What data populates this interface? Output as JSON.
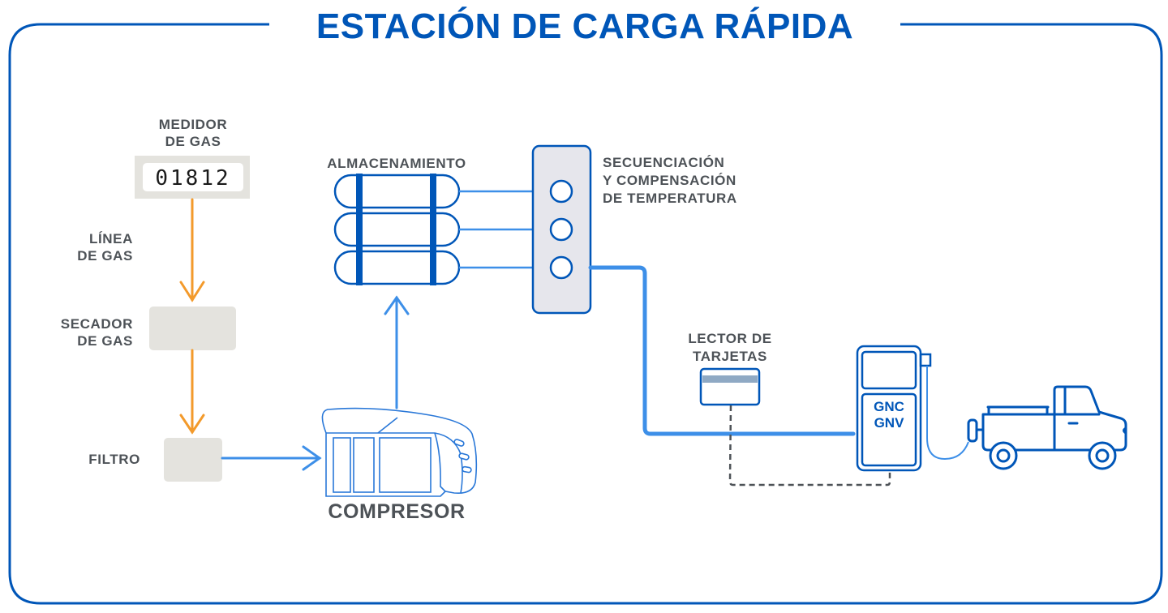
{
  "title": "ESTACIÓN DE CARGA RÁPIDA",
  "colors": {
    "brand_blue": "#0056b8",
    "flow_blue": "#3d8fe8",
    "gas_orange": "#f39a2b",
    "label_gray": "#4d5257",
    "box_gray": "#e4e3de",
    "panel_gray": "#e6e6ec",
    "card_stripe": "#8fa9c4"
  },
  "components": {
    "gas_meter": {
      "label_line1": "MEDIDOR",
      "label_line2": "DE GAS",
      "reading": "01812"
    },
    "gas_line": {
      "label_line1": "LÍNEA",
      "label_line2": "DE GAS"
    },
    "gas_dryer": {
      "label_line1": "SECADOR",
      "label_line2": "DE GAS"
    },
    "filter": {
      "label": "FILTRO"
    },
    "compressor": {
      "label": "COMPRESOR"
    },
    "storage": {
      "label": "ALMACENAMIENTO",
      "tank_count": 3
    },
    "sequencing": {
      "label_line1": "SECUENCIACIÓN",
      "label_line2": "Y COMPENSACIÓN",
      "label_line3": "DE TEMPERATURA"
    },
    "card_reader": {
      "label_line1": "LECTOR DE",
      "label_line2": "TARJETAS"
    },
    "dispenser": {
      "line1": "GNC",
      "line2": "GNV"
    },
    "vehicle": {
      "type": "pickup-truck"
    }
  }
}
